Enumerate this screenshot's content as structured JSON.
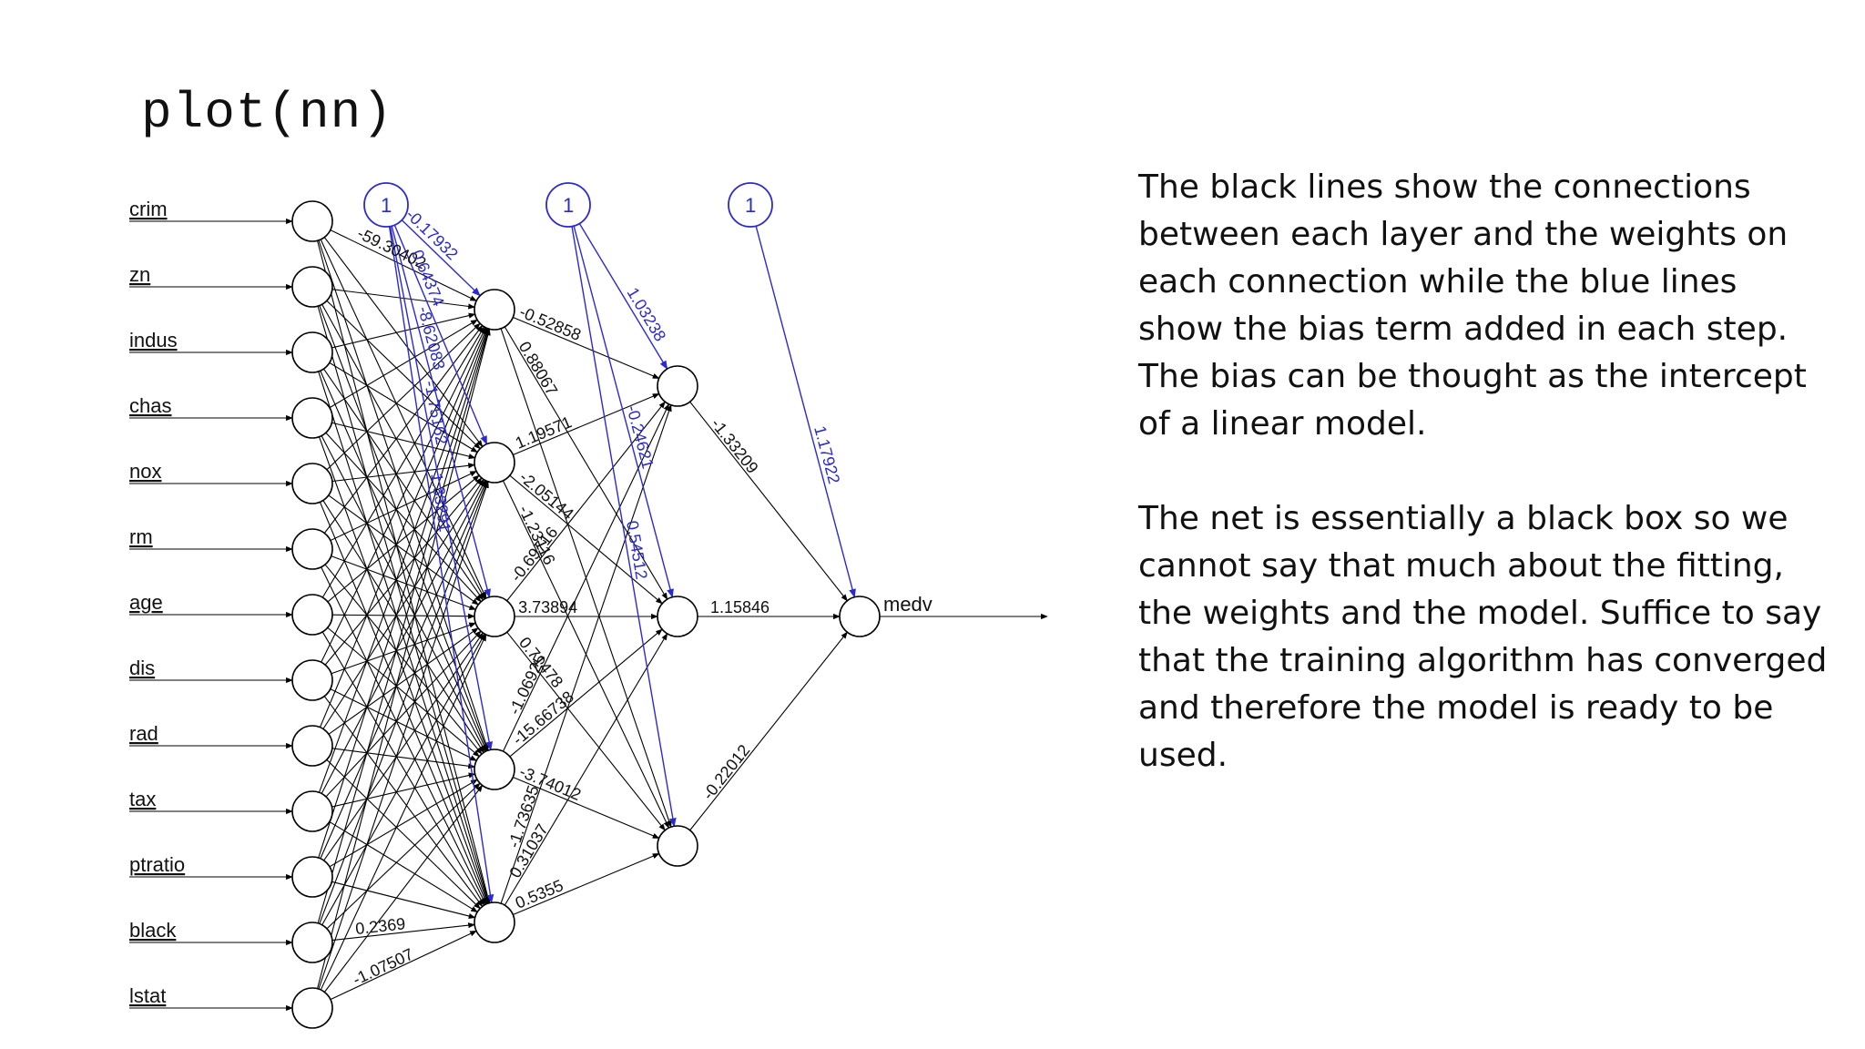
{
  "slide": {
    "title": "plot(nn)"
  },
  "network": {
    "inputs": [
      "crim",
      "zn",
      "indus",
      "chas",
      "nox",
      "rm",
      "age",
      "dis",
      "rad",
      "tax",
      "ptratio",
      "black",
      "lstat"
    ],
    "output": "medv",
    "hidden_layers": [
      5,
      3
    ],
    "bias_label": "1",
    "colors": {
      "weights": "#000000",
      "bias": "#2a2ad0"
    },
    "visible_weight_labels": {
      "input_to_h1": [
        {
          "from": 0,
          "to": 0,
          "text": "-59.30402"
        },
        {
          "from": 12,
          "to": 4,
          "text": "-1.07507"
        },
        {
          "from": 11,
          "to": 4,
          "text": "0.2369"
        }
      ],
      "h1_to_h2": [
        {
          "from": 0,
          "to": 0,
          "text": "-0.52858"
        },
        {
          "from": 0,
          "to": 1,
          "text": "0.88067"
        },
        {
          "from": 1,
          "to": 0,
          "text": "1.19571"
        },
        {
          "from": 1,
          "to": 1,
          "text": "-2.05144"
        },
        {
          "from": 1,
          "to": 2,
          "text": "-1.23116"
        },
        {
          "from": 2,
          "to": 0,
          "text": "-0.69716"
        },
        {
          "from": 2,
          "to": 1,
          "text": "3.73894"
        },
        {
          "from": 2,
          "to": 2,
          "text": "0.71478"
        },
        {
          "from": 3,
          "to": 0,
          "text": "-1.06925"
        },
        {
          "from": 3,
          "to": 1,
          "text": "-15.66738"
        },
        {
          "from": 3,
          "to": 2,
          "text": "-3.74012"
        },
        {
          "from": 4,
          "to": 0,
          "text": "-1.73635"
        },
        {
          "from": 4,
          "to": 1,
          "text": "0.31037"
        },
        {
          "from": 4,
          "to": 2,
          "text": "0.5355"
        }
      ],
      "h2_to_output": [
        {
          "from": 0,
          "text": "-1.33209"
        },
        {
          "from": 1,
          "text": "1.15846"
        },
        {
          "from": 2,
          "text": "-0.22012"
        }
      ],
      "bias_to_h1": [
        "-0.17932",
        "0.64374",
        "-8.62083",
        "-1.75162",
        "1.33291"
      ],
      "bias_to_h2": [
        "1.03238",
        "-0.24621",
        "0.54512"
      ],
      "bias_to_output": "1.17922"
    }
  },
  "explanation": {
    "paragraphs": [
      "The black lines show the connections between each layer and the weights on each connection while the blue lines show the bias term added in each step. The bias can be thought as the intercept of a linear model.",
      "The net is essentially a black box so we cannot say that much about the fitting, the weights and the model. Suffice to say that the training algorithm has converged and therefore the model is ready to be used."
    ]
  }
}
